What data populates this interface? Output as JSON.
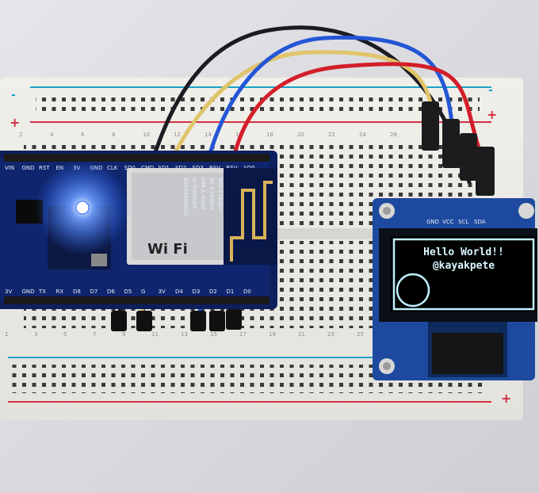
{
  "breadboard": {
    "rail_symbols": {
      "plus": "+",
      "minus": "-"
    },
    "column_numbers": [
      "2",
      "4",
      "6",
      "8",
      "10",
      "12",
      "14",
      "16",
      "18",
      "20",
      "22",
      "24",
      "26"
    ],
    "column_numbers_bottom": [
      "1",
      "3",
      "5",
      "7",
      "9",
      "11",
      "13",
      "15",
      "17",
      "19",
      "21",
      "23",
      "25"
    ]
  },
  "nodemcu": {
    "top_pins": [
      "VIN",
      "GND",
      "RST",
      "EN",
      "3V",
      "GND",
      "CLK",
      "SD0",
      "CMD",
      "SD1",
      "SD2",
      "SD3",
      "RSV",
      "RSV",
      "AD0"
    ],
    "bottom_pins": [
      "3V",
      "GND",
      "TX",
      "RX",
      "D8",
      "D7",
      "D6",
      "D5",
      "G",
      "3V",
      "D4",
      "D3",
      "D2",
      "D1",
      "D0"
    ],
    "module_text": [
      "ESP8266MOD",
      "AI-THINKER",
      "ISM 2.4GHz",
      "PA +25dBm",
      "802.11b/g/n"
    ],
    "module_logo": "Wi Fi",
    "led_color": "#2f6bff"
  },
  "oled": {
    "pin_labels": [
      "GND",
      "VCC",
      "SCL",
      "SDA"
    ],
    "line1": "Hello World!!",
    "line2": "@kayakpete",
    "text_color": "#d8f6ff"
  },
  "wires": {
    "colors": [
      "#1b1b22",
      "#e0c46a",
      "#2456d6",
      "#d41e2a"
    ]
  }
}
